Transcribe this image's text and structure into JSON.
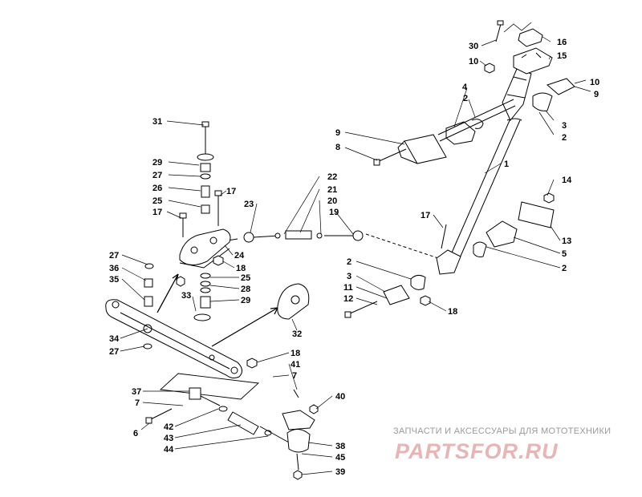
{
  "diagram": {
    "labels": [
      {
        "id": "l30",
        "text": "30"
      },
      {
        "id": "l16",
        "text": "16"
      },
      {
        "id": "l15",
        "text": "15"
      },
      {
        "id": "l10a",
        "text": "10"
      },
      {
        "id": "l10b",
        "text": "10"
      },
      {
        "id": "l9a",
        "text": "9"
      },
      {
        "id": "l4",
        "text": "4"
      },
      {
        "id": "l2a",
        "text": "2"
      },
      {
        "id": "l3a",
        "text": "3"
      },
      {
        "id": "l2b",
        "text": "2"
      },
      {
        "id": "l9b",
        "text": "9"
      },
      {
        "id": "l8",
        "text": "8"
      },
      {
        "id": "l1",
        "text": "1"
      },
      {
        "id": "l31",
        "text": "31"
      },
      {
        "id": "l29a",
        "text": "29"
      },
      {
        "id": "l27a",
        "text": "27"
      },
      {
        "id": "l26",
        "text": "26"
      },
      {
        "id": "l17a",
        "text": "17"
      },
      {
        "id": "l25a",
        "text": "25"
      },
      {
        "id": "l17b",
        "text": "17"
      },
      {
        "id": "l22",
        "text": "22"
      },
      {
        "id": "l21",
        "text": "21"
      },
      {
        "id": "l23",
        "text": "23"
      },
      {
        "id": "l20",
        "text": "20"
      },
      {
        "id": "l19",
        "text": "19"
      },
      {
        "id": "l14",
        "text": "14"
      },
      {
        "id": "l17c",
        "text": "17"
      },
      {
        "id": "l13",
        "text": "13"
      },
      {
        "id": "l5",
        "text": "5"
      },
      {
        "id": "l2c",
        "text": "2"
      },
      {
        "id": "l24",
        "text": "24"
      },
      {
        "id": "l18a",
        "text": "18"
      },
      {
        "id": "l27b",
        "text": "27"
      },
      {
        "id": "l36",
        "text": "36"
      },
      {
        "id": "l35",
        "text": "35"
      },
      {
        "id": "l25b",
        "text": "25"
      },
      {
        "id": "l28",
        "text": "28"
      },
      {
        "id": "l33",
        "text": "33"
      },
      {
        "id": "l29b",
        "text": "29"
      },
      {
        "id": "l2d",
        "text": "2"
      },
      {
        "id": "l3b",
        "text": "3"
      },
      {
        "id": "l11",
        "text": "11"
      },
      {
        "id": "l12",
        "text": "12"
      },
      {
        "id": "l18b",
        "text": "18"
      },
      {
        "id": "l32",
        "text": "32"
      },
      {
        "id": "l34",
        "text": "34"
      },
      {
        "id": "l27c",
        "text": "27"
      },
      {
        "id": "l18c",
        "text": "18"
      },
      {
        "id": "l41",
        "text": "41"
      },
      {
        "id": "l7a",
        "text": "7"
      },
      {
        "id": "l37",
        "text": "37"
      },
      {
        "id": "l7b",
        "text": "7"
      },
      {
        "id": "l40",
        "text": "40"
      },
      {
        "id": "l6",
        "text": "6"
      },
      {
        "id": "l42",
        "text": "42"
      },
      {
        "id": "l43",
        "text": "43"
      },
      {
        "id": "l44",
        "text": "44"
      },
      {
        "id": "l38",
        "text": "38"
      },
      {
        "id": "l45",
        "text": "45"
      },
      {
        "id": "l39",
        "text": "39"
      }
    ]
  },
  "watermark": {
    "caption": "ЗАПЧАСТИ И АКСЕССУАРЫ ДЛЯ МОТОТЕХНИКИ",
    "logo_text": "PARTSFOR.RU",
    "logo_color": "#e8b4b4"
  }
}
